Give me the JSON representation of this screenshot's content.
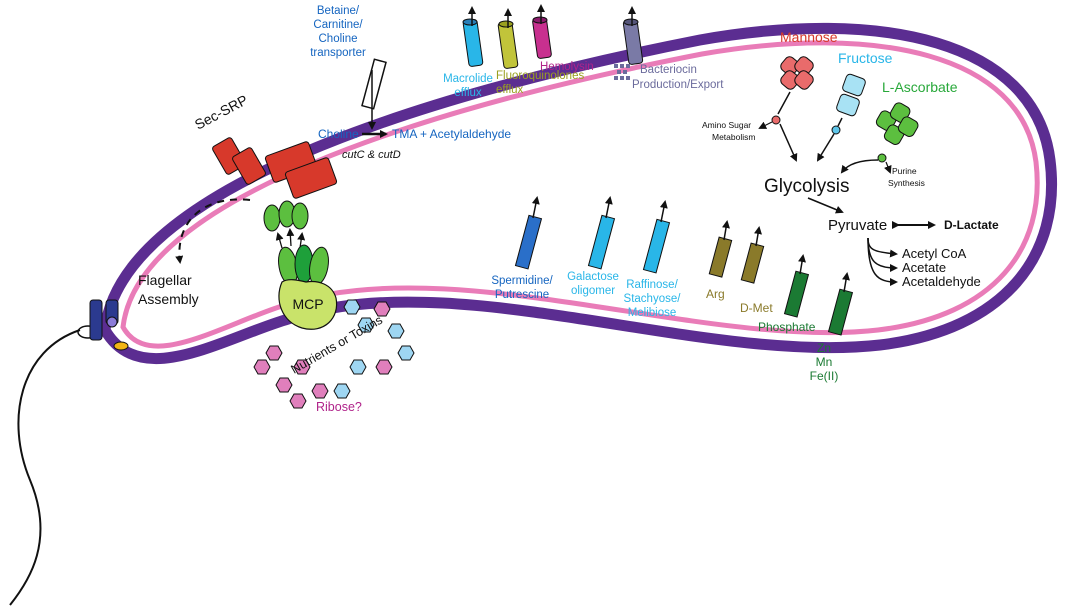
{
  "transporters": {
    "betaine": [
      "Betaine/",
      "Carnitine/",
      "Choline",
      "transporter"
    ],
    "macrolide": [
      "Macrolide",
      "efflux"
    ],
    "fluoroquinolones": [
      "Fluoroquinolones",
      "efflux"
    ],
    "hemolysin": "Hemolysin",
    "bacteriocin": [
      "Bacteriocin",
      "Production/Export"
    ],
    "spermidine": [
      "Spermidine/",
      "Putrescine"
    ],
    "galactose": [
      "Galactose",
      "oligomer"
    ],
    "raffinose": [
      "Raffinose/",
      "Stachyose/",
      "Melibiose"
    ],
    "arg": "Arg",
    "dmet": "D-Met",
    "phosphate": "Phosphate",
    "metals": [
      "Zn",
      "Mn",
      "Fe(II)"
    ]
  },
  "sugars": {
    "mannose": "Mannose",
    "fructose": "Fructose",
    "ascorbate": "L-Ascorbate"
  },
  "metabolism": {
    "amino_sugar": [
      "Amino Sugar",
      "Metabolism"
    ],
    "purine": [
      "Purine",
      "Synthesis"
    ],
    "glycolysis": "Glycolysis",
    "pyruvate": "Pyruvate",
    "dlactate": "D-Lactate",
    "products": [
      "Acetyl CoA",
      "Acetate",
      "Acetaldehyde"
    ]
  },
  "choline": {
    "choline": "Choline",
    "tma": "TMA + Acetylaldehyde",
    "genes": "cutC & cutD"
  },
  "secretion": {
    "sec_srp": "Sec-SRP"
  },
  "chemotaxis": {
    "mcp": "MCP",
    "nutrients": "Nutrients or Toxins",
    "ribose": "Ribose?",
    "flagellar": [
      "Flagellar",
      "Assembly"
    ]
  },
  "colors": {
    "outer_membrane": "#5b2d91",
    "inner_membrane": "#e97cb8",
    "blue_text": "#1565c0",
    "cyan": "#29b6e8",
    "olive": "#9aa01f",
    "magenta": "#b0238a",
    "slate": "#6b6b9c",
    "red": "#d7392b",
    "green": "#28a83a",
    "dark_green": "#1b7a33",
    "brown": "#8a7a2a",
    "navy": "#2b3a8f"
  }
}
